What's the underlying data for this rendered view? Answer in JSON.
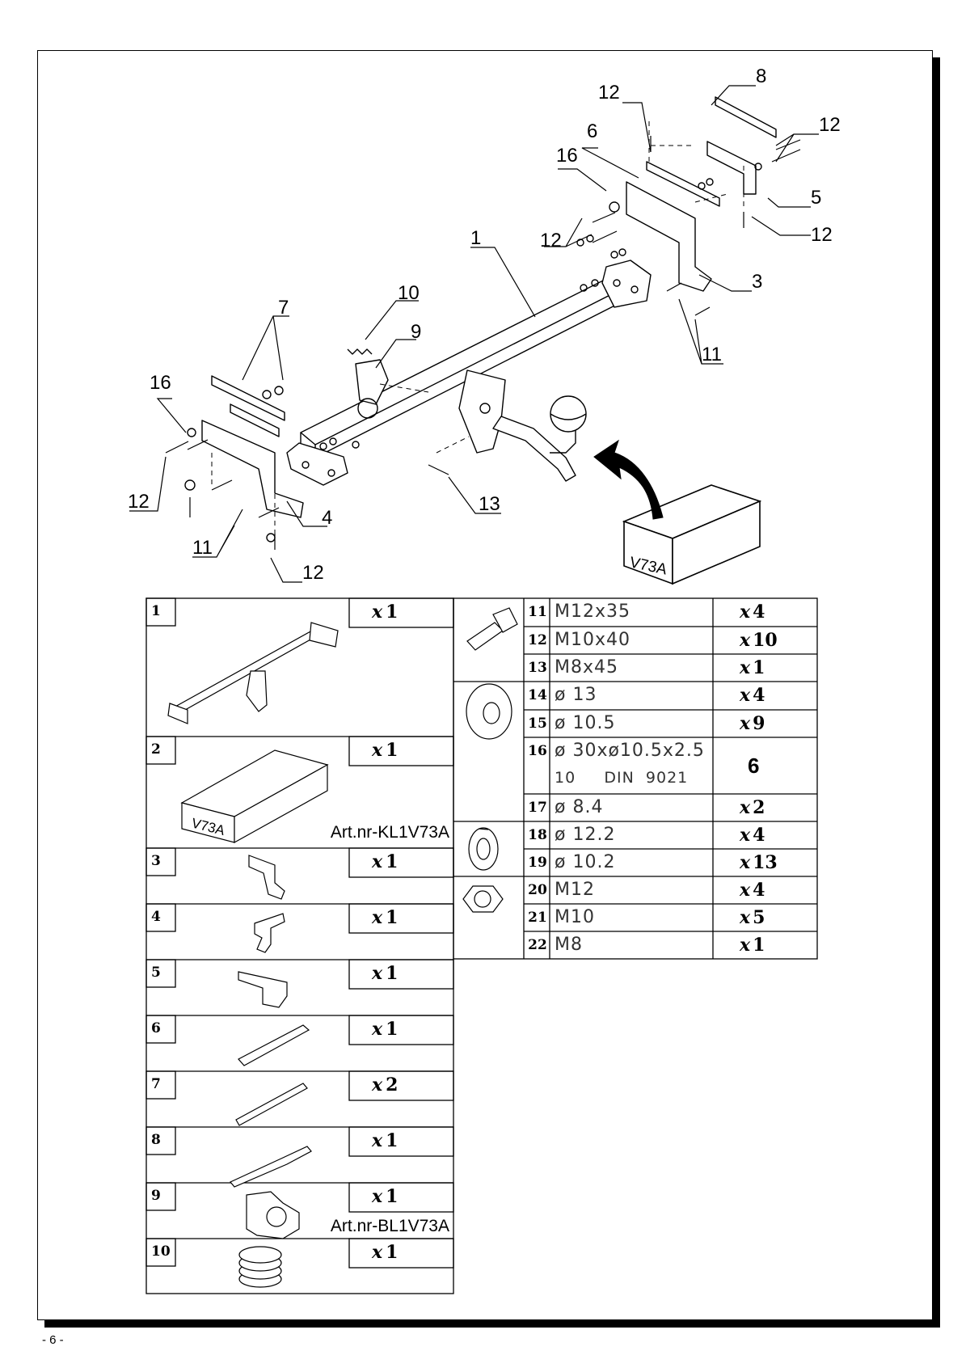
{
  "page_number": "- 6 -",
  "callouts": {
    "c1": "1",
    "c3": "3",
    "c4": "4",
    "c5": "5",
    "c6": "6",
    "c7": "7",
    "c8": "8",
    "c9": "9",
    "c10": "10",
    "c11a": "11",
    "c11b": "11",
    "c12a": "12",
    "c12b": "12",
    "c12c": "12",
    "c12d": "12",
    "c12e": "12",
    "c12f": "12",
    "c13": "13",
    "c16a": "16",
    "c16b": "16"
  },
  "kit_label": "V73A",
  "left_table": [
    {
      "num": "1",
      "qty_x": "x",
      "qty": "1",
      "art": ""
    },
    {
      "num": "2",
      "qty_x": "x",
      "qty": "1",
      "art": "Art.nr-KL1V73A",
      "box_label": "V73A"
    },
    {
      "num": "3",
      "qty_x": "x",
      "qty": "1",
      "art": ""
    },
    {
      "num": "4",
      "qty_x": "x",
      "qty": "1",
      "art": ""
    },
    {
      "num": "5",
      "qty_x": "x",
      "qty": "1",
      "art": ""
    },
    {
      "num": "6",
      "qty_x": "x",
      "qty": "1",
      "art": ""
    },
    {
      "num": "7",
      "qty_x": "x",
      "qty": "2",
      "art": ""
    },
    {
      "num": "8",
      "qty_x": "x",
      "qty": "1",
      "art": ""
    },
    {
      "num": "9",
      "qty_x": "x",
      "qty": "1",
      "art": "Art.nr-BL1V73A"
    },
    {
      "num": "10",
      "qty_x": "x",
      "qty": "1",
      "art": ""
    }
  ],
  "right_table": [
    {
      "num": "11",
      "spec": "M12x35",
      "qty_x": "x",
      "qty": "4"
    },
    {
      "num": "12",
      "spec": "M10x40",
      "qty_x": "x",
      "qty": "10"
    },
    {
      "num": "13",
      "spec": "M8x45",
      "qty_x": "x",
      "qty": "1"
    },
    {
      "num": "14",
      "spec": "ø 13",
      "qty_x": "x",
      "qty": "4"
    },
    {
      "num": "15",
      "spec": "ø 10.5",
      "qty_x": "x",
      "qty": "9"
    },
    {
      "num": "16",
      "spec": "ø 30xø10.5x2.5",
      "spec2": "10     DIN  9021",
      "qty_x": "",
      "qty": "6"
    },
    {
      "num": "17",
      "spec": "ø 8.4",
      "qty_x": "x",
      "qty": "2"
    },
    {
      "num": "18",
      "spec": "ø 12.2",
      "qty_x": "x",
      "qty": "4"
    },
    {
      "num": "19",
      "spec": "ø 10.2",
      "qty_x": "x",
      "qty": "13"
    },
    {
      "num": "20",
      "spec": "M12",
      "qty_x": "x",
      "qty": "4"
    },
    {
      "num": "21",
      "spec": "M10",
      "qty_x": "x",
      "qty": "5"
    },
    {
      "num": "22",
      "spec": "M8",
      "qty_x": "x",
      "qty": "1"
    }
  ]
}
